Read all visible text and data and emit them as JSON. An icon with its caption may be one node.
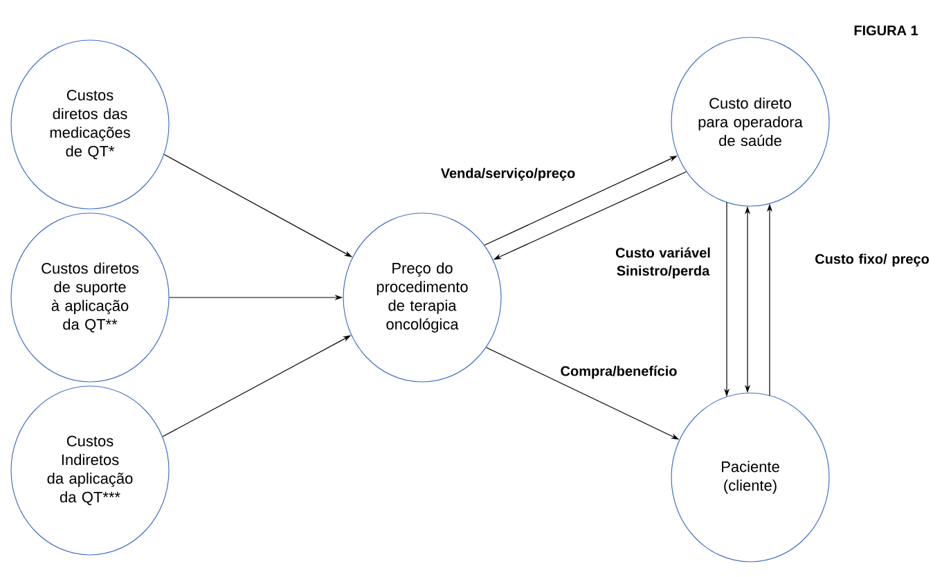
{
  "diagram": {
    "title": "FIGURA 1",
    "nodes": [
      {
        "text": [
          "Custos diretos das medicações de QT*"
        ]
      },
      {
        "text": [
          "Custos diretos de suporte à aplicação da QT**"
        ]
      },
      {
        "text": [
          "Custos Indiretos da aplicação da QT***"
        ]
      },
      {
        "text": [
          "Preço do procedimento de terapia oncológica"
        ]
      },
      {
        "text": [
          "Custo direto para operadora de saúde"
        ]
      },
      {
        "text": [
          "Paciente (cliente)"
        ]
      }
    ],
    "edges": [
      {
        "from": 0,
        "to": 3,
        "arrow": "to"
      },
      {
        "from": 1,
        "to": 3,
        "arrow": "to"
      },
      {
        "from": 2,
        "to": 3,
        "arrow": "to"
      },
      {
        "from": 3,
        "to": 4,
        "arrow": "to",
        "label": "Venda/serviço/preço"
      },
      {
        "from": 4,
        "to": 3,
        "arrow": "to"
      },
      {
        "from": 3,
        "to": 5,
        "arrow": "to",
        "label": "Compra/benefício"
      },
      {
        "from": 4,
        "to": 5,
        "arrow": "to",
        "label": "Custo variável Sinistro/perda"
      },
      {
        "from": 4,
        "to": 5,
        "arrow": "both"
      },
      {
        "from": 5,
        "to": 4,
        "arrow": "to",
        "label": "Custo fixo/ preço"
      }
    ]
  }
}
